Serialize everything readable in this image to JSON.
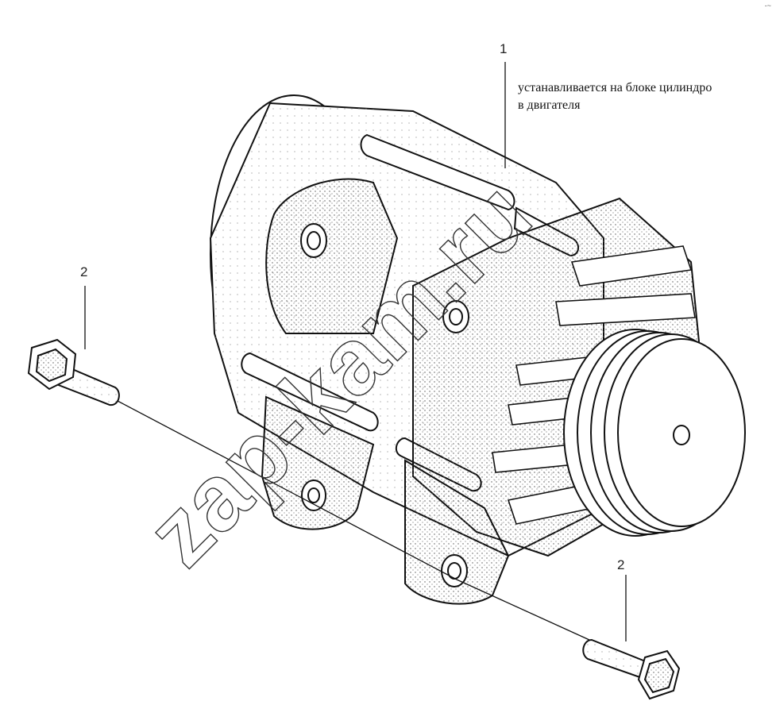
{
  "callouts": {
    "alternator": "1",
    "bolt_left": "2",
    "bolt_right": "2"
  },
  "note": {
    "line1": "устанавливается на блоке цилиндро",
    "line2": "в двигателя"
  },
  "watermark": "zap-kam.ru",
  "corner_mark": "-~"
}
